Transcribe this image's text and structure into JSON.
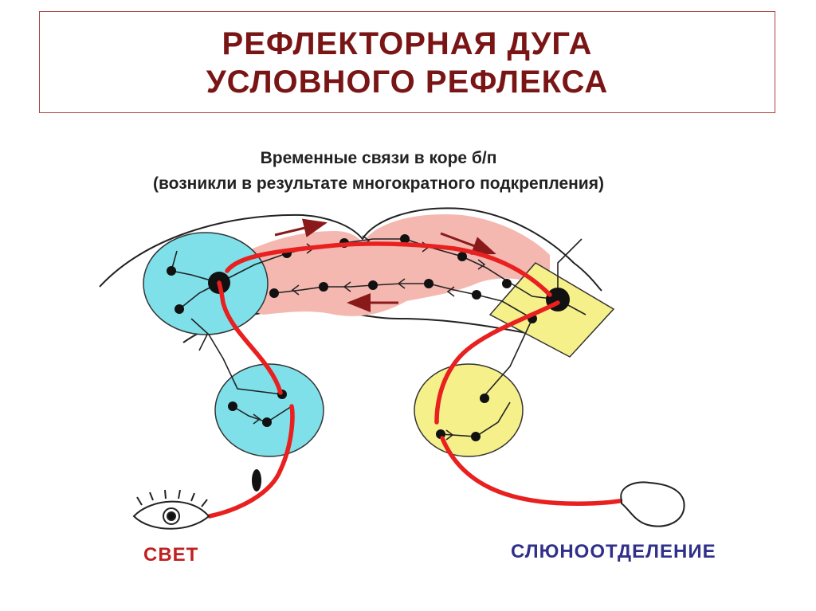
{
  "title": {
    "line1": "РЕФЛЕКТОРНАЯ ДУГА",
    "line2": "УСЛОВНОГО РЕФЛЕКСА"
  },
  "subtitle": {
    "line1": "Временные связи в коре б/п",
    "line2": "(возникли в результате многократного подкрепления)"
  },
  "labels": {
    "stimulus": "СВЕТ",
    "response": "СЛЮНООТДЕЛЕНИЕ"
  },
  "colors": {
    "title": "#7a1515",
    "path": "#e82020",
    "visual_zone": "#7fe0ea",
    "food_zone": "#f5f08a",
    "cortex_band": "#f4b8b0",
    "stimulus_label": "#c02020",
    "response_label": "#30308a"
  },
  "icons": {
    "eye": "eye-icon",
    "gland": "salivary-gland-icon"
  }
}
